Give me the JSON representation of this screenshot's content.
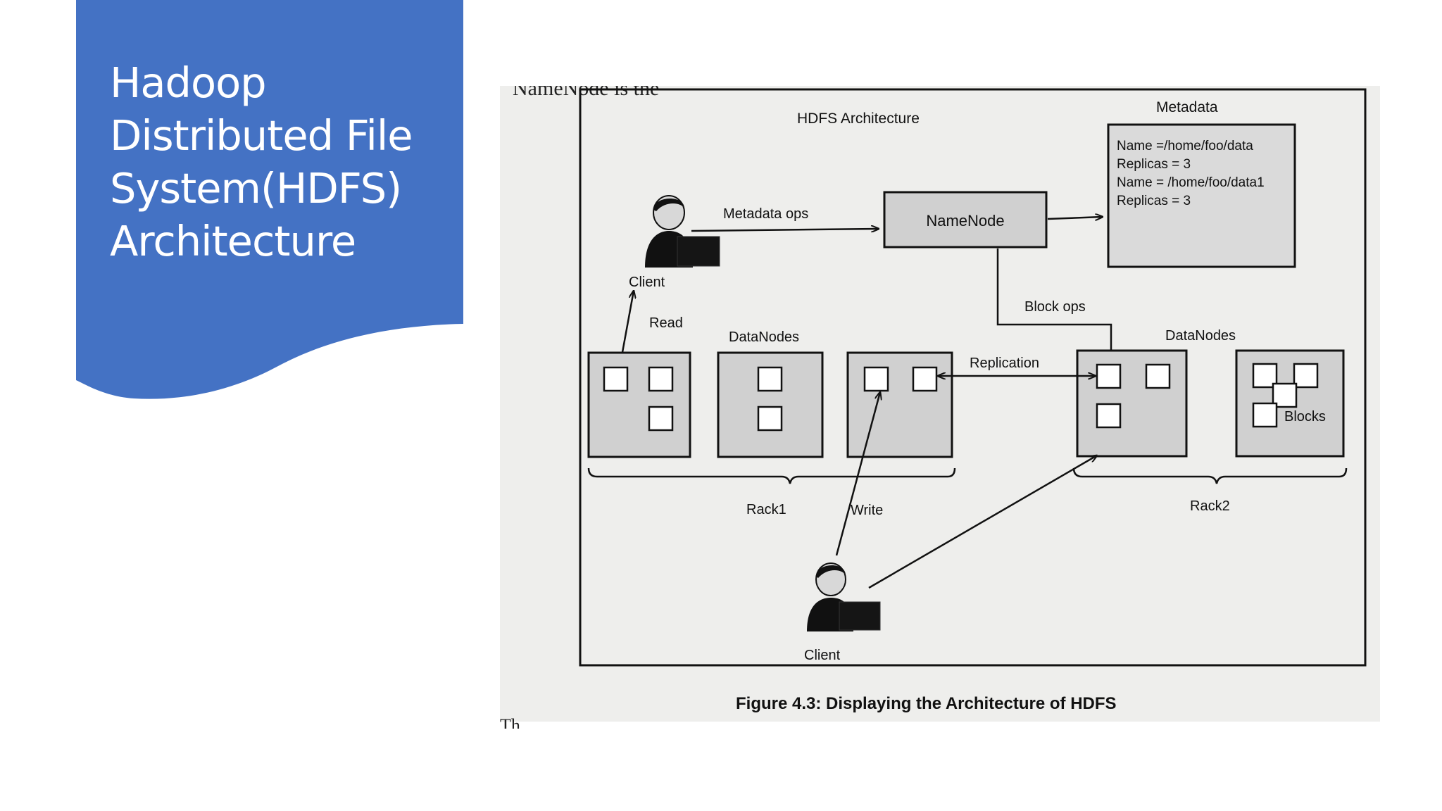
{
  "slide": {
    "title": "Hadoop\nDistributed File\nSystem(HDFS)\nArchitecture",
    "panel_color": "#4472C4"
  },
  "figure": {
    "top_partial_text": "NameNode is the",
    "bottom_partial_text": "Th",
    "diagram_title": "HDFS Architecture",
    "namenode_label": "NameNode",
    "metadata": {
      "title": "Metadata",
      "lines": [
        "Name =/home/foo/data",
        "Replicas = 3",
        "Name = /home/foo/data1",
        "Replicas = 3"
      ]
    },
    "edges": {
      "metadata_ops": "Metadata ops",
      "block_ops": "Block ops",
      "read": "Read",
      "write": "Write",
      "replication": "Replication"
    },
    "clients": {
      "top": "Client",
      "bottom": "Client"
    },
    "datanodes_left_label": "DataNodes",
    "datanodes_right_label": "DataNodes",
    "blocks_label": "Blocks",
    "rack1_label": "Rack1",
    "rack2_label": "Rack2",
    "caption": "Figure 4.3: Displaying the Architecture of HDFS",
    "colors": {
      "paper": "#eeeeec",
      "box_fill": "#d6d6d6",
      "ink": "#111111"
    }
  }
}
